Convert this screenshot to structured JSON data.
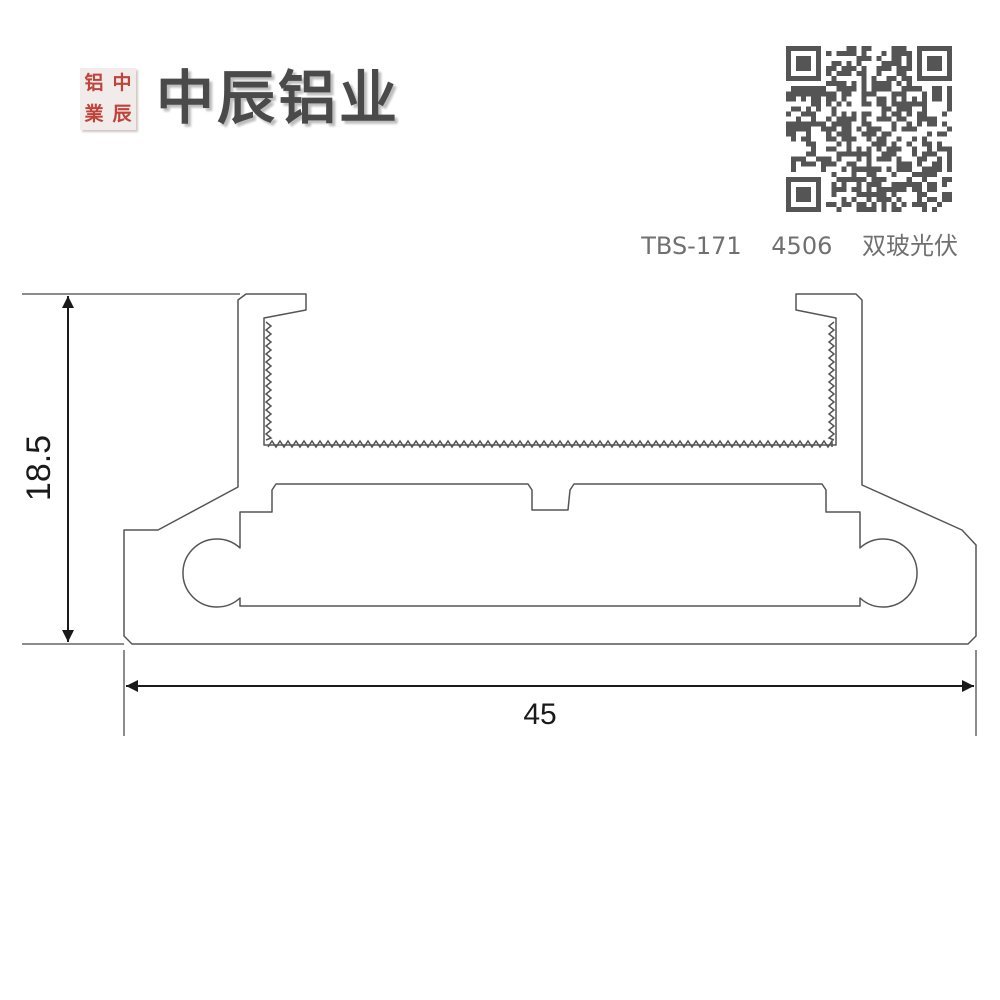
{
  "brand": {
    "seal_chars": [
      "铝",
      "中",
      "業",
      "辰"
    ],
    "name": "中辰铝业"
  },
  "product": {
    "code": "TBS-171",
    "number": "4506",
    "name": "双玻光伏"
  },
  "dimensions": {
    "height_label": "18.5",
    "width_label": "45"
  },
  "colors": {
    "seal_red": "#c0433b",
    "brand_gray": "#4a4a4a",
    "outline": "#555555",
    "dimension": "#1a1a1a"
  }
}
